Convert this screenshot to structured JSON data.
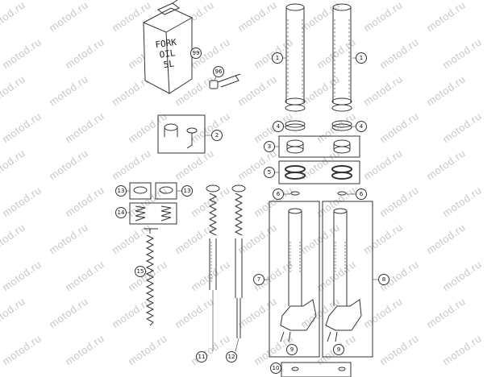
{
  "watermark": "motod.ru",
  "oil_can": {
    "line1": "FORK",
    "line2": "OIL",
    "line3": "5L"
  },
  "callouts": {
    "c1a": "1",
    "c1b": "1",
    "c2": "2",
    "c3": "3",
    "c4a": "4",
    "c4b": "4",
    "c5": "5",
    "c6a": "6",
    "c6b": "6",
    "c7": "7",
    "c8": "8",
    "c9a": "9",
    "c9b": "9",
    "c10": "10",
    "c11": "11",
    "c12": "12",
    "c13a": "13",
    "c13b": "13",
    "c14": "14",
    "c15": "15",
    "c96": "96",
    "c99": "99"
  }
}
